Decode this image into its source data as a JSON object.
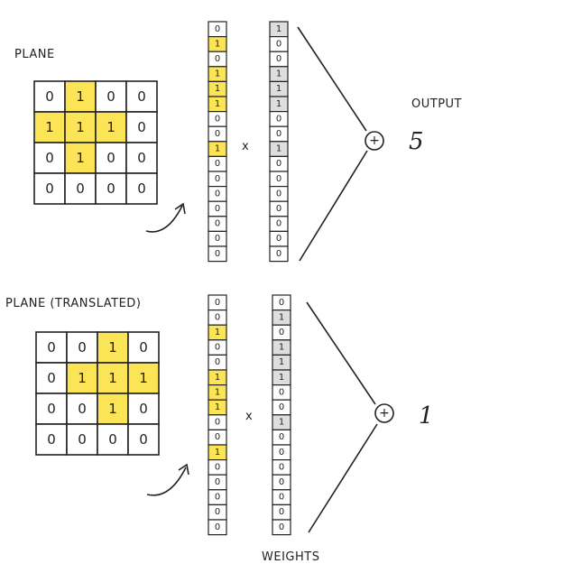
{
  "colors": {
    "input_on": "#fbe556",
    "weight_on": "#dedede",
    "ink": "#222222"
  },
  "sections": [
    {
      "title": "PLANE",
      "output_label": "OUTPUT",
      "multiply_symbol": "x",
      "sum_symbol": "+",
      "output_value": "5",
      "grid": [
        [
          "0",
          "1",
          "0",
          "0"
        ],
        [
          "1",
          "1",
          "1",
          "0"
        ],
        [
          "0",
          "1",
          "0",
          "0"
        ],
        [
          "0",
          "0",
          "0",
          "0"
        ]
      ],
      "input_vector": [
        "0",
        "1",
        "0",
        "1",
        "1",
        "1",
        "0",
        "0",
        "1",
        "0",
        "0",
        "0",
        "0",
        "0",
        "0",
        "0"
      ],
      "weight_vector": [
        "1",
        "0",
        "0",
        "1",
        "1",
        "1",
        "0",
        "0",
        "1",
        "0",
        "0",
        "0",
        "0",
        "0",
        "0",
        "0"
      ]
    },
    {
      "title": "PLANE (TRANSLATED)",
      "output_label": "",
      "multiply_symbol": "x",
      "sum_symbol": "+",
      "output_value": "1",
      "grid": [
        [
          "0",
          "0",
          "1",
          "0"
        ],
        [
          "0",
          "1",
          "1",
          "1"
        ],
        [
          "0",
          "0",
          "1",
          "0"
        ],
        [
          "0",
          "0",
          "0",
          "0"
        ]
      ],
      "input_vector": [
        "0",
        "0",
        "1",
        "0",
        "0",
        "1",
        "1",
        "1",
        "0",
        "0",
        "1",
        "0",
        "0",
        "0",
        "0",
        "0"
      ],
      "weight_vector": [
        "0",
        "1",
        "0",
        "1",
        "1",
        "1",
        "0",
        "0",
        "1",
        "0",
        "0",
        "0",
        "0",
        "0",
        "0",
        "0"
      ]
    }
  ],
  "footer_label": "WEIGHTS"
}
